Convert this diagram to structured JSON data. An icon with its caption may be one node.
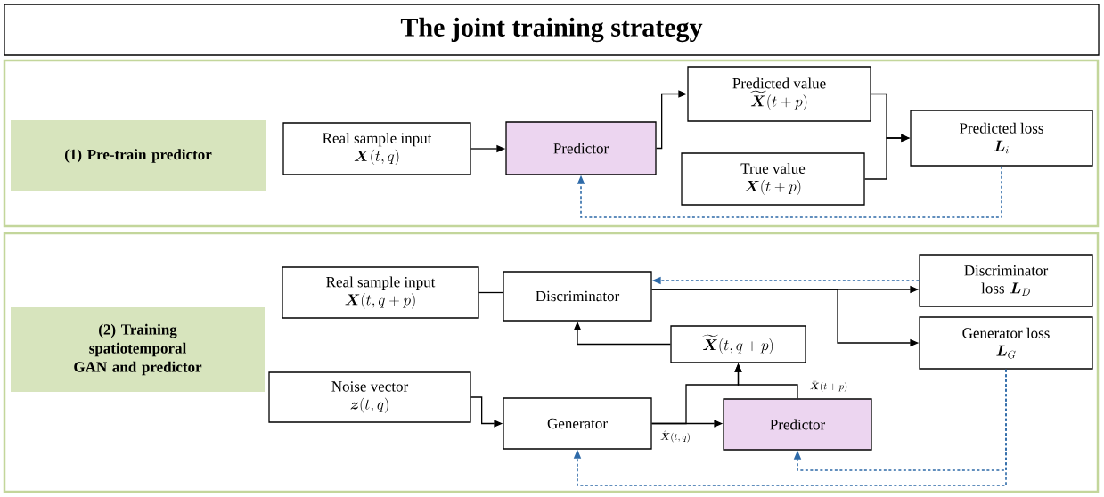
{
  "diagram": {
    "title": "The joint training strategy",
    "nodes": [
      {
        "text": [],
        "shape": "box"
      },
      {
        "text": [
          "(1) Pre-train predictor"
        ],
        "in": 0
      },
      {
        "text": [
          "Real sample input",
          "\\boldsymbol{X}(t,q)"
        ],
        "in": 0
      },
      {
        "text": [
          "Predictor"
        ],
        "in": 0
      },
      {
        "text": [
          "Predicted value",
          "\\widetilde{\\boldsymbol{X}}(t+p)"
        ],
        "in": 0
      },
      {
        "text": [
          "True value",
          "\\boldsymbol{X}(t+p)"
        ],
        "in": 0
      },
      {
        "text": [
          "Predicted loss",
          "\\boldsymbol{L}_i"
        ],
        "in": 0
      },
      {
        "text": [],
        "shape": "box"
      },
      {
        "text": [
          "(2) Training spatiotemporal GAN and predictor"
        ],
        "in": 7
      },
      {
        "text": [
          "Real sample input",
          "\\boldsymbol{X}(t,q+p)"
        ],
        "in": 7
      },
      {
        "text": [
          "Discriminator"
        ],
        "in": 7
      },
      {
        "text": [
          "Discriminator loss",
          "\\boldsymbol{L}_D"
        ],
        "in": 7
      },
      {
        "text": [
          "Generator loss",
          "\\boldsymbol{L}_G"
        ],
        "in": 7
      },
      {
        "text": [
          "\\widetilde{\\boldsymbol{X}}(t,q+p)"
        ],
        "in": 7
      },
      {
        "text": [
          "Noise vector",
          "\\boldsymbol{z}(t,q)"
        ],
        "in": 7
      },
      {
        "text": [
          "Generator"
        ],
        "in": 7
      },
      {
        "text": [
          "Predictor"
        ],
        "in": 7
      }
    ],
    "edges": [
      {
        "from": 2,
        "to": 3,
        "arrow": "to"
      },
      {
        "from": 3,
        "to": 4,
        "arrow": "to"
      },
      {
        "from": 4,
        "to": 6,
        "arrow": "to"
      },
      {
        "from": 5,
        "to": 6,
        "arrow": "to"
      },
      {
        "from": 6,
        "to": 3,
        "arrow": "to",
        "style": "dashed",
        "color": "#2e6aa8"
      },
      {
        "from": 9,
        "to": 10,
        "arrow": "none"
      },
      {
        "from": 10,
        "to": 11,
        "arrow": "to"
      },
      {
        "from": 10,
        "to": 12,
        "arrow": "to"
      },
      {
        "from": 11,
        "to": 10,
        "arrow": "to",
        "style": "dashed",
        "color": "#2e6aa8"
      },
      {
        "from": 13,
        "to": 10,
        "arrow": "to"
      },
      {
        "from": 14,
        "to": 15,
        "arrow": "to"
      },
      {
        "from": 15,
        "to": 16,
        "arrow": "to",
        "label": "\\hat{\\boldsymbol{X}}(t,q)"
      },
      {
        "from": 15,
        "to": 13,
        "arrow": "to"
      },
      {
        "from": 16,
        "to": 13,
        "arrow": "to",
        "label": "\\bar{\\boldsymbol{X}}(t+p)"
      },
      {
        "from": 12,
        "to": 15,
        "arrow": "to",
        "style": "dashed",
        "color": "#2e6aa8"
      },
      {
        "from": 12,
        "to": 16,
        "arrow": "to",
        "style": "dashed",
        "color": "#2e6aa8"
      }
    ]
  }
}
